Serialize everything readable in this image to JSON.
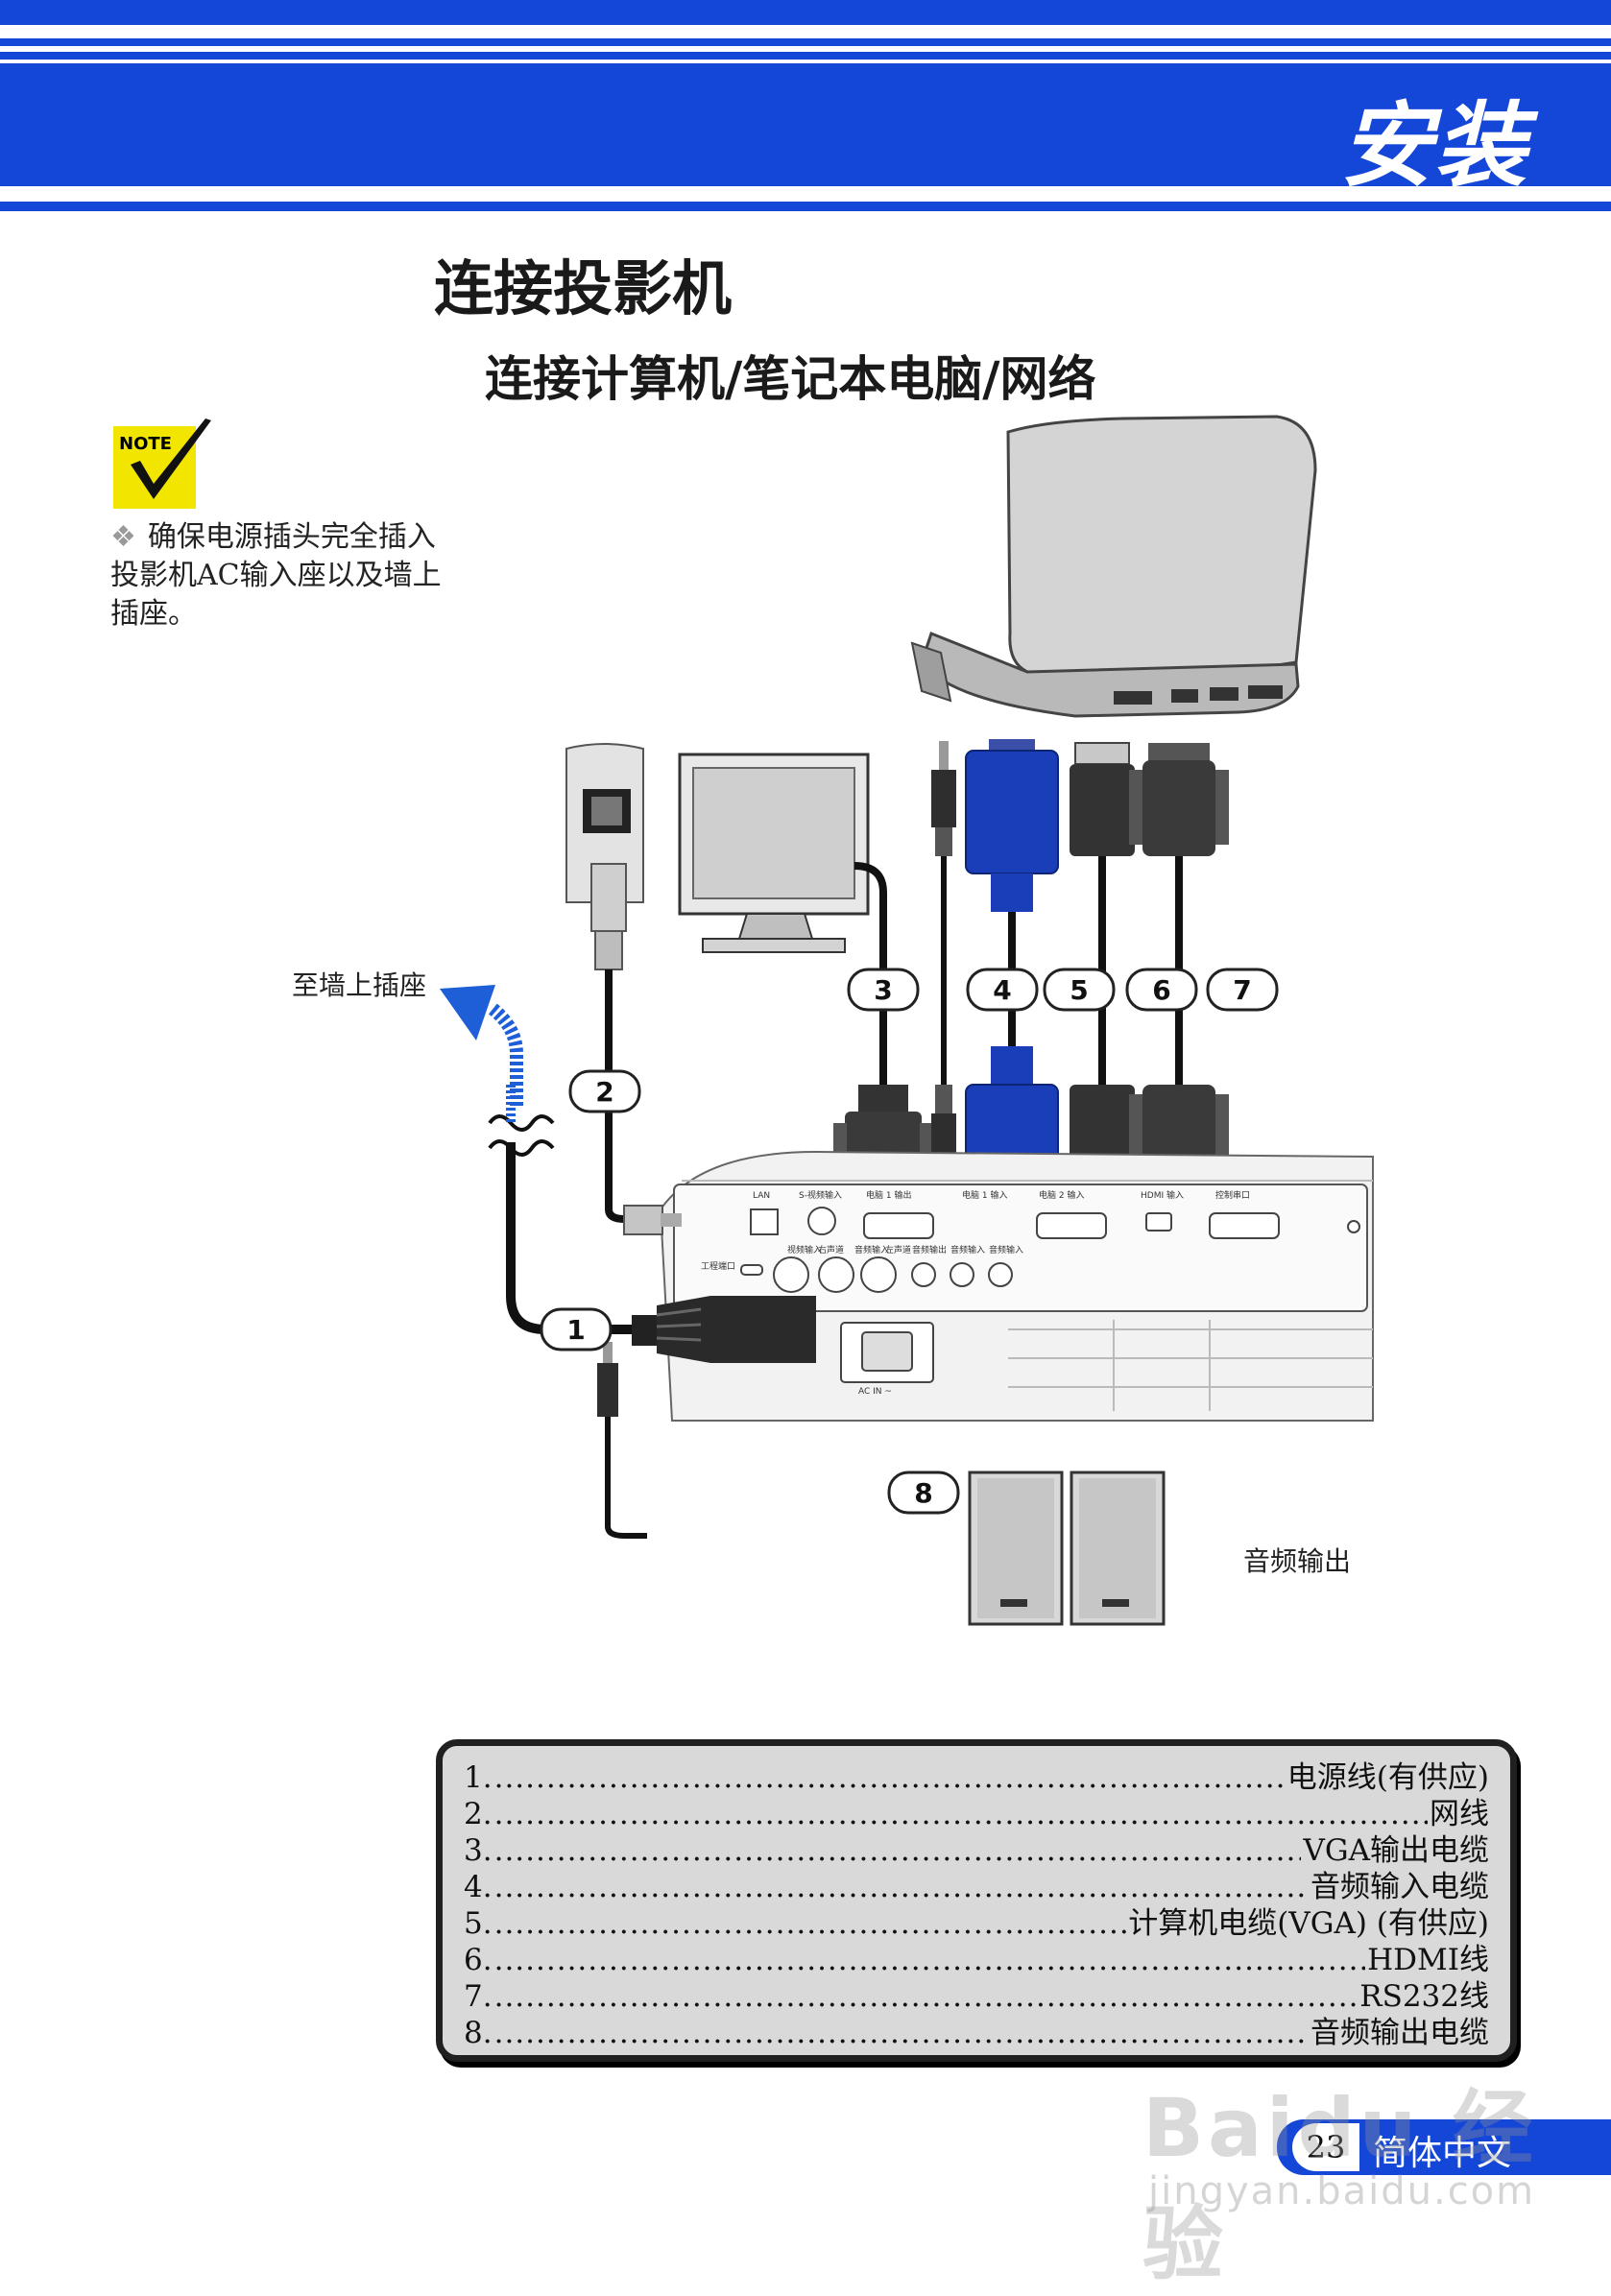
{
  "header": {
    "chapter_title": "安装"
  },
  "page": {
    "title": "连接投影机",
    "section_title": "连接计算机/笔记本电脑/网络"
  },
  "note": {
    "badge": "NOTE",
    "bullet": "❖",
    "text": "确保电源插头完全插入投影机AC输入座以及墙上插座。"
  },
  "diagram": {
    "to_wall_outlet": "至墙上插座",
    "audio_output": "音频输出",
    "callouts": [
      "1",
      "2",
      "3",
      "4",
      "5",
      "6",
      "7",
      "8"
    ],
    "panel_labels": {
      "lan": "LAN",
      "s_video": "S-视频输入",
      "pc1_out": "电脑 1 输出",
      "pc1_in": "电脑 1 输入",
      "pc2_in": "电脑 2 输入",
      "hdmi_in": "HDMI 输入",
      "control": "控制串口",
      "video_in": "视频输入",
      "service": "工程端口",
      "audio_r": "右声道",
      "audio_in": "音频输入",
      "audio_l": "左声道",
      "audio_out": "音频输出",
      "audio_in1": "音频输入",
      "audio_in2": "音频输入",
      "ac_in": "AC IN ~"
    }
  },
  "legend": [
    {
      "num": "1",
      "label": "电源线(有供应)"
    },
    {
      "num": "2",
      "label": "网线"
    },
    {
      "num": "3",
      "label": "VGA输出电缆"
    },
    {
      "num": "4",
      "label": "音频输入电缆"
    },
    {
      "num": "5",
      "label": "计算机电缆(VGA) (有供应)"
    },
    {
      "num": "6",
      "label": "HDMI线"
    },
    {
      "num": "7",
      "label": "RS232线"
    },
    {
      "num": "8",
      "label": "音频输出电缆"
    }
  ],
  "footer": {
    "page_number": "23",
    "language": "简体中文",
    "watermark": "Baidu 经验",
    "watermark_url": "jingyan.baidu.com"
  },
  "colors": {
    "brand_blue": "#1446d8",
    "vga_blue": "#1a3db8",
    "arrow_blue": "#1e5fd8"
  }
}
